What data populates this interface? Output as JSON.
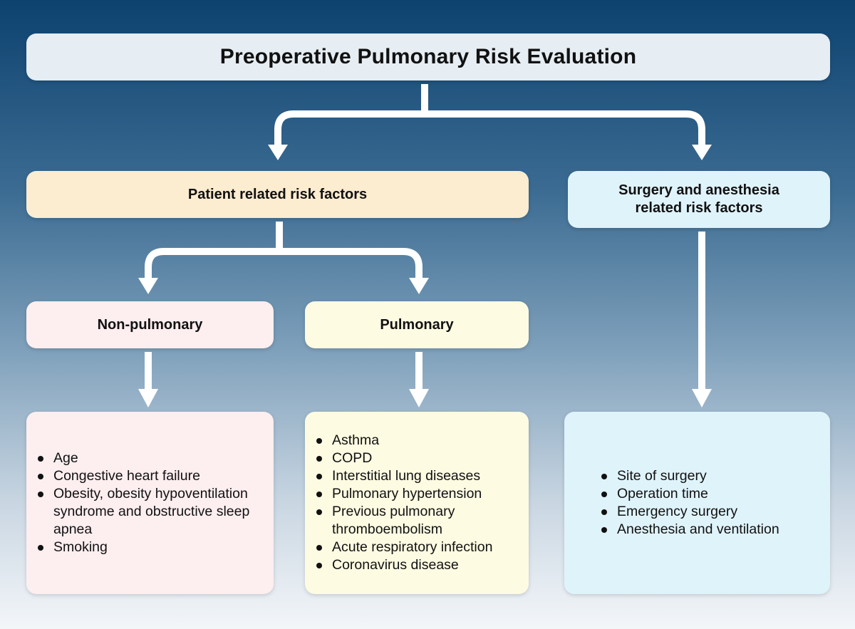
{
  "title": "Preoperative Pulmonary Risk Evaluation",
  "patient_header": "Patient related risk factors",
  "surgery_header_line1": "Surgery and anesthesia",
  "surgery_header_line2": "related risk factors",
  "nonpulmonary_header": "Non-pulmonary",
  "pulmonary_header": "Pulmonary",
  "nonpulmonary_items": [
    "Age",
    "Congestive heart failure",
    "Obesity, obesity hypoventilation syndrome and obstructive sleep apnea",
    "Smoking"
  ],
  "pulmonary_items": [
    "Asthma",
    "COPD",
    "Interstitial lung diseases",
    "Pulmonary hypertension",
    "Previous pulmonary thromboembolism",
    "Acute respiratory infection",
    "Coronavirus disease"
  ],
  "surgery_items": [
    "Site of surgery",
    "Operation time",
    "Emergency surgery",
    "Anesthesia and ventilation"
  ],
  "arrow_color": "#ffffff"
}
